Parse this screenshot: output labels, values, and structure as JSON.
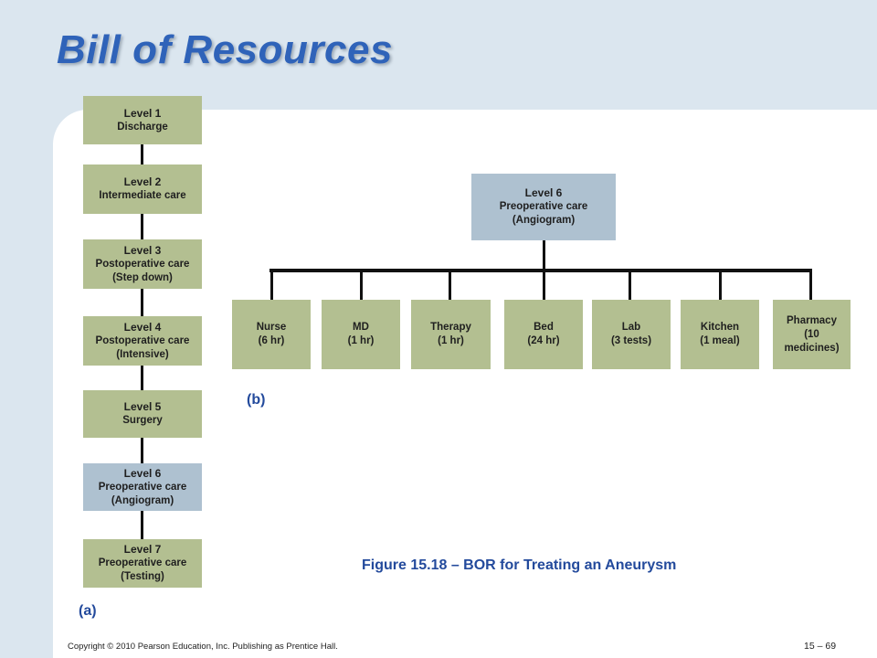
{
  "title": "Bill of Resources",
  "diagram_a": {
    "label": "(a)",
    "levels": [
      {
        "head": "Level 1",
        "lines": [
          "Discharge"
        ]
      },
      {
        "head": "Level 2",
        "lines": [
          "Intermediate care"
        ]
      },
      {
        "head": "Level 3",
        "lines": [
          "Postoperative care",
          "(Step down)"
        ]
      },
      {
        "head": "Level 4",
        "lines": [
          "Postoperative care",
          "(Intensive)"
        ]
      },
      {
        "head": "Level 5",
        "lines": [
          "Surgery"
        ]
      },
      {
        "head": "Level 6",
        "lines": [
          "Preoperative care",
          "(Angiogram)"
        ]
      },
      {
        "head": "Level 7",
        "lines": [
          "Preoperative care",
          "(Testing)"
        ]
      }
    ],
    "highlight_color": "#aec1d0",
    "box_color": "#b3bf91"
  },
  "diagram_b": {
    "label": "(b)",
    "root": {
      "head": "Level 6",
      "lines": [
        "Preoperative care",
        "(Angiogram)"
      ]
    },
    "children": [
      {
        "lines": [
          "Nurse",
          "(6 hr)"
        ]
      },
      {
        "lines": [
          "MD",
          "(1 hr)"
        ]
      },
      {
        "lines": [
          "Therapy",
          "(1 hr)"
        ]
      },
      {
        "lines": [
          "Bed",
          "(24 hr)"
        ]
      },
      {
        "lines": [
          "Lab",
          "(3 tests)"
        ]
      },
      {
        "lines": [
          "Kitchen",
          "(1 meal)"
        ]
      },
      {
        "lines": [
          "Pharmacy",
          "(10",
          "medicines)"
        ]
      }
    ]
  },
  "caption": "Figure 15.18 – BOR for Treating an Aneurysm",
  "footer": {
    "copyright": "Copyright © 2010 Pearson Education, Inc. Publishing as Prentice Hall.",
    "page": "15 – 69"
  }
}
